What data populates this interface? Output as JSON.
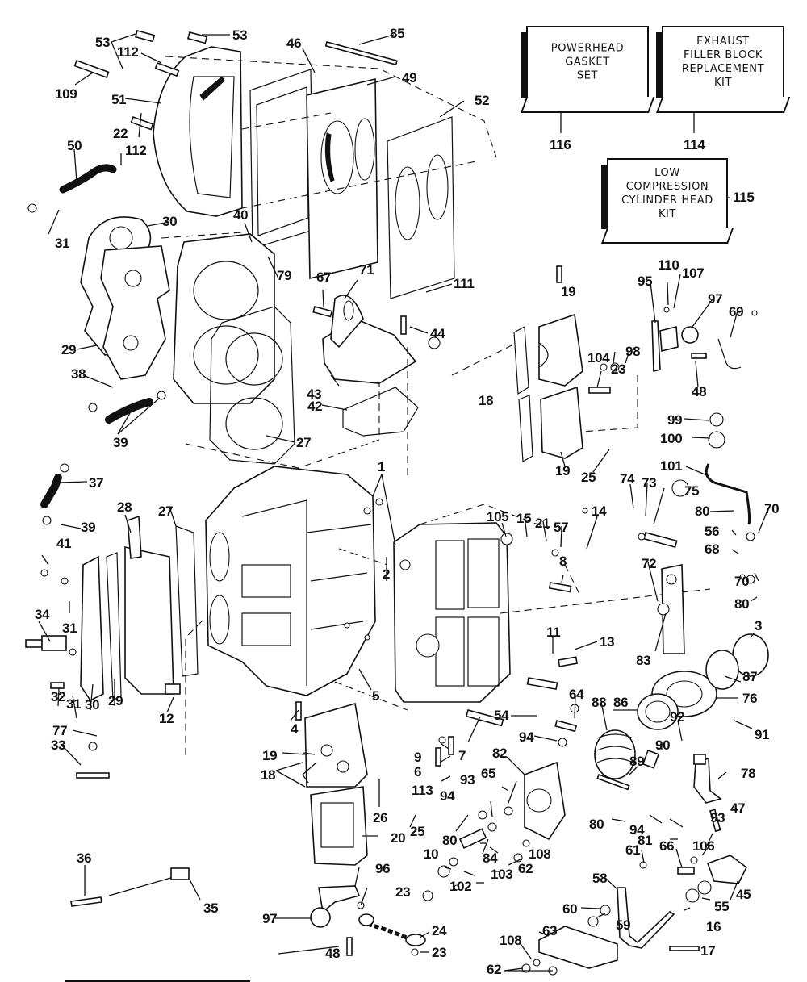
{
  "document": {
    "type": "exploded parts diagram",
    "subject": "outboard powerhead (cylinder block, crankcase, heads, bypass covers, gaskets, throttle/timing linkage)"
  },
  "kits": {
    "powerhead_gasket_set": {
      "ref": "116",
      "lines": [
        "POWERHEAD",
        "GASKET",
        "SET"
      ]
    },
    "exhaust_filler_block_kit": {
      "ref": "114",
      "lines": [
        "EXHAUST",
        "FILLER BLOCK",
        "REPLACEMENT",
        "KIT"
      ]
    },
    "low_compression_head_kit": {
      "ref": "115",
      "lines": [
        "LOW",
        "COMPRESSION",
        "CYLINDER HEAD",
        "KIT"
      ]
    }
  },
  "callouts": [
    {
      "id": "c53a",
      "text": "53"
    },
    {
      "id": "c53b",
      "text": "53"
    },
    {
      "id": "c112a",
      "text": "112"
    },
    {
      "id": "c109",
      "text": "109"
    },
    {
      "id": "c46",
      "text": "46"
    },
    {
      "id": "c85",
      "text": "85"
    },
    {
      "id": "c49",
      "text": "49"
    },
    {
      "id": "c52",
      "text": "52"
    },
    {
      "id": "c51",
      "text": "51"
    },
    {
      "id": "c112b",
      "text": "112"
    },
    {
      "id": "c22",
      "text": "22"
    },
    {
      "id": "c50",
      "text": "50"
    },
    {
      "id": "c31a",
      "text": "31"
    },
    {
      "id": "c30a",
      "text": "30"
    },
    {
      "id": "c40",
      "text": "40"
    },
    {
      "id": "c79",
      "text": "79"
    },
    {
      "id": "c67",
      "text": "67"
    },
    {
      "id": "c71",
      "text": "71"
    },
    {
      "id": "c111",
      "text": "111"
    },
    {
      "id": "c44",
      "text": "44"
    },
    {
      "id": "c29a",
      "text": "29"
    },
    {
      "id": "c38",
      "text": "38"
    },
    {
      "id": "c39a",
      "text": "39"
    },
    {
      "id": "c43",
      "text": "43"
    },
    {
      "id": "c42",
      "text": "42"
    },
    {
      "id": "c27a",
      "text": "27"
    },
    {
      "id": "c37",
      "text": "37"
    },
    {
      "id": "c39b",
      "text": "39"
    },
    {
      "id": "c28",
      "text": "28"
    },
    {
      "id": "c27b",
      "text": "27"
    },
    {
      "id": "c1",
      "text": "1"
    },
    {
      "id": "c41",
      "text": "41"
    },
    {
      "id": "c34",
      "text": "34"
    },
    {
      "id": "c31b",
      "text": "31"
    },
    {
      "id": "c32",
      "text": "32"
    },
    {
      "id": "c31c",
      "text": "31"
    },
    {
      "id": "c30b",
      "text": "30"
    },
    {
      "id": "c29b",
      "text": "29"
    },
    {
      "id": "c12",
      "text": "12"
    },
    {
      "id": "c2",
      "text": "2"
    },
    {
      "id": "c5",
      "text": "5"
    },
    {
      "id": "c4",
      "text": "4"
    },
    {
      "id": "c77",
      "text": "77"
    },
    {
      "id": "c33",
      "text": "33"
    },
    {
      "id": "c19a",
      "text": "19"
    },
    {
      "id": "c18a",
      "text": "18"
    },
    {
      "id": "c104",
      "text": "104"
    },
    {
      "id": "c23a",
      "text": "23"
    },
    {
      "id": "c98",
      "text": "98"
    },
    {
      "id": "c19b",
      "text": "19"
    },
    {
      "id": "c25a",
      "text": "25"
    },
    {
      "id": "c95",
      "text": "95"
    },
    {
      "id": "c110",
      "text": "110"
    },
    {
      "id": "c107",
      "text": "107"
    },
    {
      "id": "c97a",
      "text": "97"
    },
    {
      "id": "c69",
      "text": "69"
    },
    {
      "id": "c48a",
      "text": "48"
    },
    {
      "id": "c99",
      "text": "99"
    },
    {
      "id": "c100",
      "text": "100"
    },
    {
      "id": "c101",
      "text": "101"
    },
    {
      "id": "c105",
      "text": "105"
    },
    {
      "id": "c15",
      "text": "15"
    },
    {
      "id": "c21",
      "text": "21"
    },
    {
      "id": "c57",
      "text": "57"
    },
    {
      "id": "c14",
      "text": "14"
    },
    {
      "id": "c74",
      "text": "74"
    },
    {
      "id": "c73",
      "text": "73"
    },
    {
      "id": "c75",
      "text": "75"
    },
    {
      "id": "c80a",
      "text": "80"
    },
    {
      "id": "c70a",
      "text": "70"
    },
    {
      "id": "c56",
      "text": "56"
    },
    {
      "id": "c68",
      "text": "68"
    },
    {
      "id": "c8",
      "text": "8"
    },
    {
      "id": "c72",
      "text": "72"
    },
    {
      "id": "c70b",
      "text": "70"
    },
    {
      "id": "c80b",
      "text": "80"
    },
    {
      "id": "c3",
      "text": "3"
    },
    {
      "id": "c11",
      "text": "11"
    },
    {
      "id": "c13",
      "text": "13"
    },
    {
      "id": "c83",
      "text": "83"
    },
    {
      "id": "c87",
      "text": "87"
    },
    {
      "id": "c76",
      "text": "76"
    },
    {
      "id": "c86",
      "text": "86"
    },
    {
      "id": "c88",
      "text": "88"
    },
    {
      "id": "c92",
      "text": "92"
    },
    {
      "id": "c91",
      "text": "91"
    },
    {
      "id": "c54",
      "text": "54"
    },
    {
      "id": "c64",
      "text": "64"
    },
    {
      "id": "c90",
      "text": "90"
    },
    {
      "id": "c94a",
      "text": "94"
    },
    {
      "id": "c9",
      "text": "9"
    },
    {
      "id": "c6",
      "text": "6"
    },
    {
      "id": "c7",
      "text": "7"
    },
    {
      "id": "c82",
      "text": "82"
    },
    {
      "id": "c89",
      "text": "89"
    },
    {
      "id": "c78",
      "text": "78"
    },
    {
      "id": "c19c",
      "text": "19"
    },
    {
      "id": "c18b",
      "text": "18"
    },
    {
      "id": "c113",
      "text": "113"
    },
    {
      "id": "c93a",
      "text": "93"
    },
    {
      "id": "c65",
      "text": "65"
    },
    {
      "id": "c94b",
      "text": "94"
    },
    {
      "id": "c26",
      "text": "26"
    },
    {
      "id": "c25b",
      "text": "25"
    },
    {
      "id": "c80c",
      "text": "80"
    },
    {
      "id": "c20",
      "text": "20"
    },
    {
      "id": "c84",
      "text": "84"
    },
    {
      "id": "c108a",
      "text": "108"
    },
    {
      "id": "c10",
      "text": "10"
    },
    {
      "id": "c103",
      "text": "103"
    },
    {
      "id": "c62a",
      "text": "62"
    },
    {
      "id": "c102",
      "text": "102"
    },
    {
      "id": "c80d",
      "text": "80"
    },
    {
      "id": "c94c",
      "text": "94"
    },
    {
      "id": "c81",
      "text": "81"
    },
    {
      "id": "c93b",
      "text": "93"
    },
    {
      "id": "c47",
      "text": "47"
    },
    {
      "id": "c106",
      "text": "106"
    },
    {
      "id": "c66",
      "text": "66"
    },
    {
      "id": "c61",
      "text": "61"
    },
    {
      "id": "c45",
      "text": "45"
    },
    {
      "id": "c58",
      "text": "58"
    },
    {
      "id": "c55",
      "text": "55"
    },
    {
      "id": "c60",
      "text": "60"
    },
    {
      "id": "c16",
      "text": "16"
    },
    {
      "id": "c59",
      "text": "59"
    },
    {
      "id": "c36",
      "text": "36"
    },
    {
      "id": "c35",
      "text": "35"
    },
    {
      "id": "c96",
      "text": "96"
    },
    {
      "id": "c23b",
      "text": "23"
    },
    {
      "id": "c97b",
      "text": "97"
    },
    {
      "id": "c24",
      "text": "24"
    },
    {
      "id": "c63",
      "text": "63"
    },
    {
      "id": "c108b",
      "text": "108"
    },
    {
      "id": "c48b",
      "text": "48"
    },
    {
      "id": "c23c",
      "text": "23"
    },
    {
      "id": "c62b",
      "text": "62"
    },
    {
      "id": "c17",
      "text": "17"
    }
  ]
}
